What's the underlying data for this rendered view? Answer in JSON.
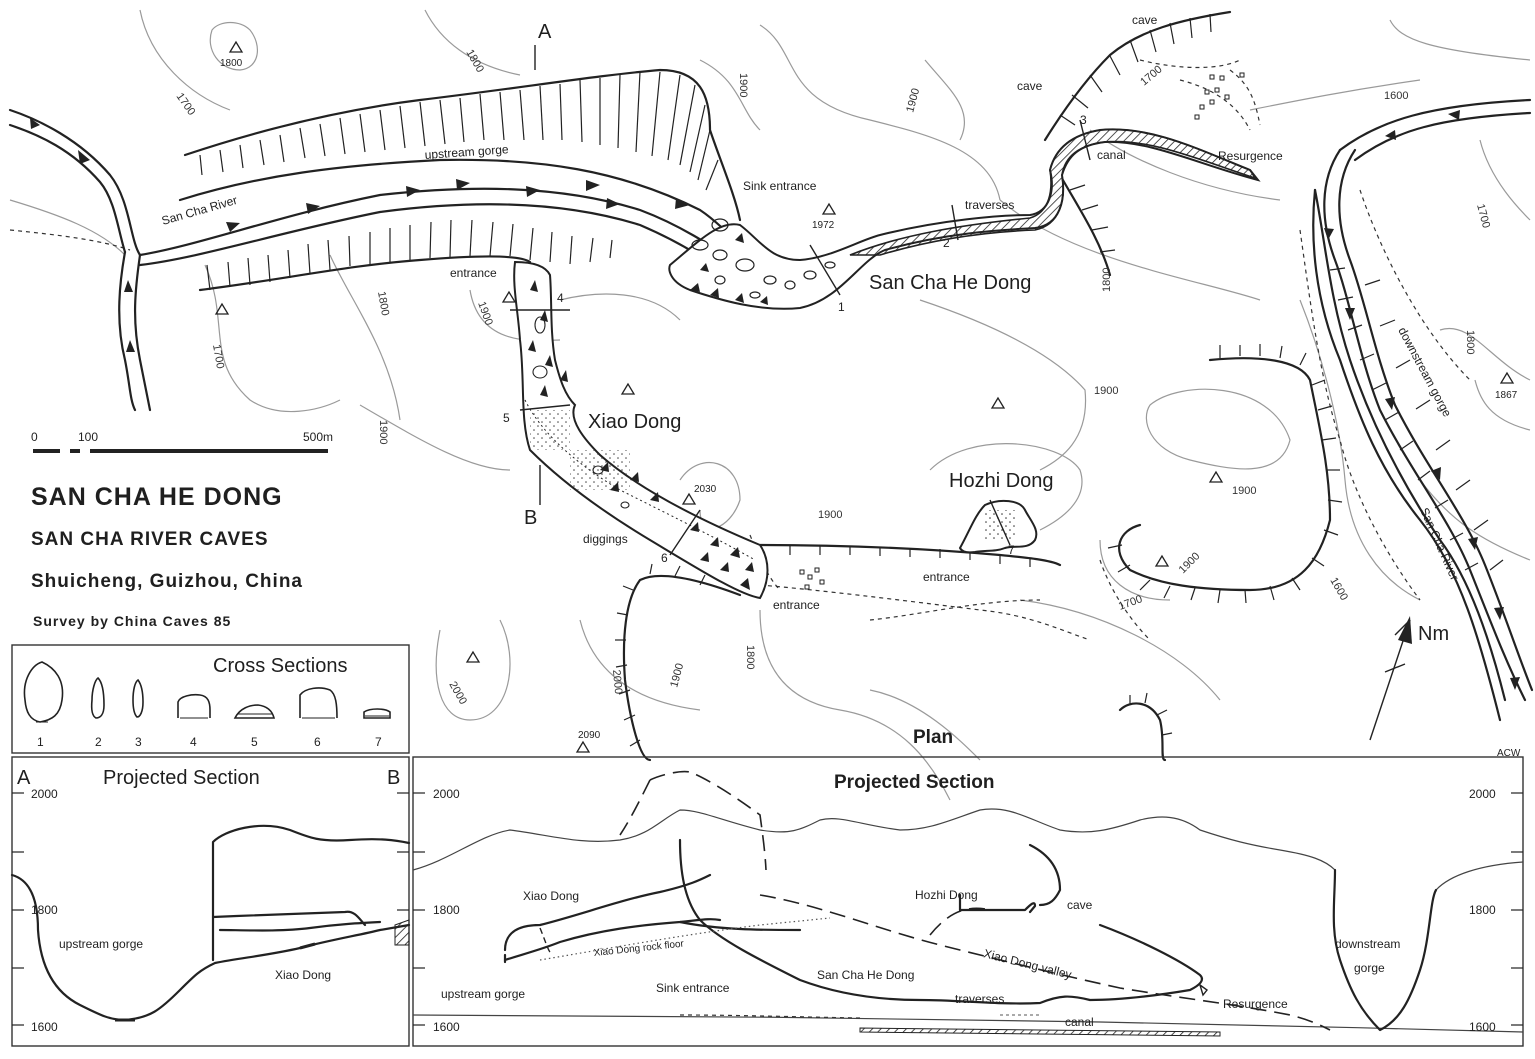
{
  "title": {
    "main": "SAN CHA HE DONG",
    "sub": "SAN CHA RIVER CAVES",
    "location": "Shuicheng, Guizhou, China",
    "survey": "Survey by China Caves 85"
  },
  "scale": {
    "labels": [
      "0",
      "100",
      "500m"
    ]
  },
  "north": "Nm",
  "plan_label": "Plan",
  "credit": "ACW",
  "cross_sections": {
    "title": "Cross Sections",
    "numbers": [
      "1",
      "2",
      "3",
      "4",
      "5",
      "6",
      "7"
    ]
  },
  "plan_labels": {
    "caves": [
      "San Cha He Dong",
      "Xiao Dong",
      "Hozhi Dong"
    ],
    "features": {
      "upstream_gorge": "upstream gorge",
      "san_cha_river": "San Cha River",
      "downstream_gorge": "downstream gorge",
      "sink_entrance": "Sink entrance",
      "traverses": "traverses",
      "canal": "canal",
      "resurgence": "Resurgence",
      "cave": "cave",
      "entrance": "entrance",
      "diggings": "diggings"
    },
    "section_markers": [
      "A",
      "B"
    ],
    "station_numbers": [
      "1",
      "2",
      "3",
      "4",
      "5",
      "6",
      "7"
    ],
    "contours": [
      "1600",
      "1700",
      "1800",
      "1900",
      "2000"
    ],
    "spot_heights": [
      "1800",
      "1972",
      "2030",
      "2090",
      "1867"
    ]
  },
  "section_ab": {
    "title": "Projected Section",
    "left": "A",
    "right": "B",
    "y_ticks": [
      "2000",
      "1800",
      "1600"
    ],
    "labels": {
      "gorge": "upstream gorge",
      "cave": "Xiao Dong"
    }
  },
  "section_main": {
    "title": "Projected Section",
    "y_ticks": [
      "2000",
      "1800",
      "1600"
    ],
    "labels": {
      "xiao_dong": "Xiao Dong",
      "rock_floor": "Xiao Dong rock floor",
      "hozhi_dong": "Hozhi Dong",
      "cave": "cave",
      "valley": "Xiao Dong valley",
      "upstream_gorge": "upstream gorge",
      "sink_entrance": "Sink entrance",
      "san_cha_he_dong": "San Cha He Dong",
      "traverses": "traverses",
      "resurgence": "Resurgence",
      "canal": "canal",
      "downstream": "downstream",
      "gorge": "gorge"
    }
  }
}
